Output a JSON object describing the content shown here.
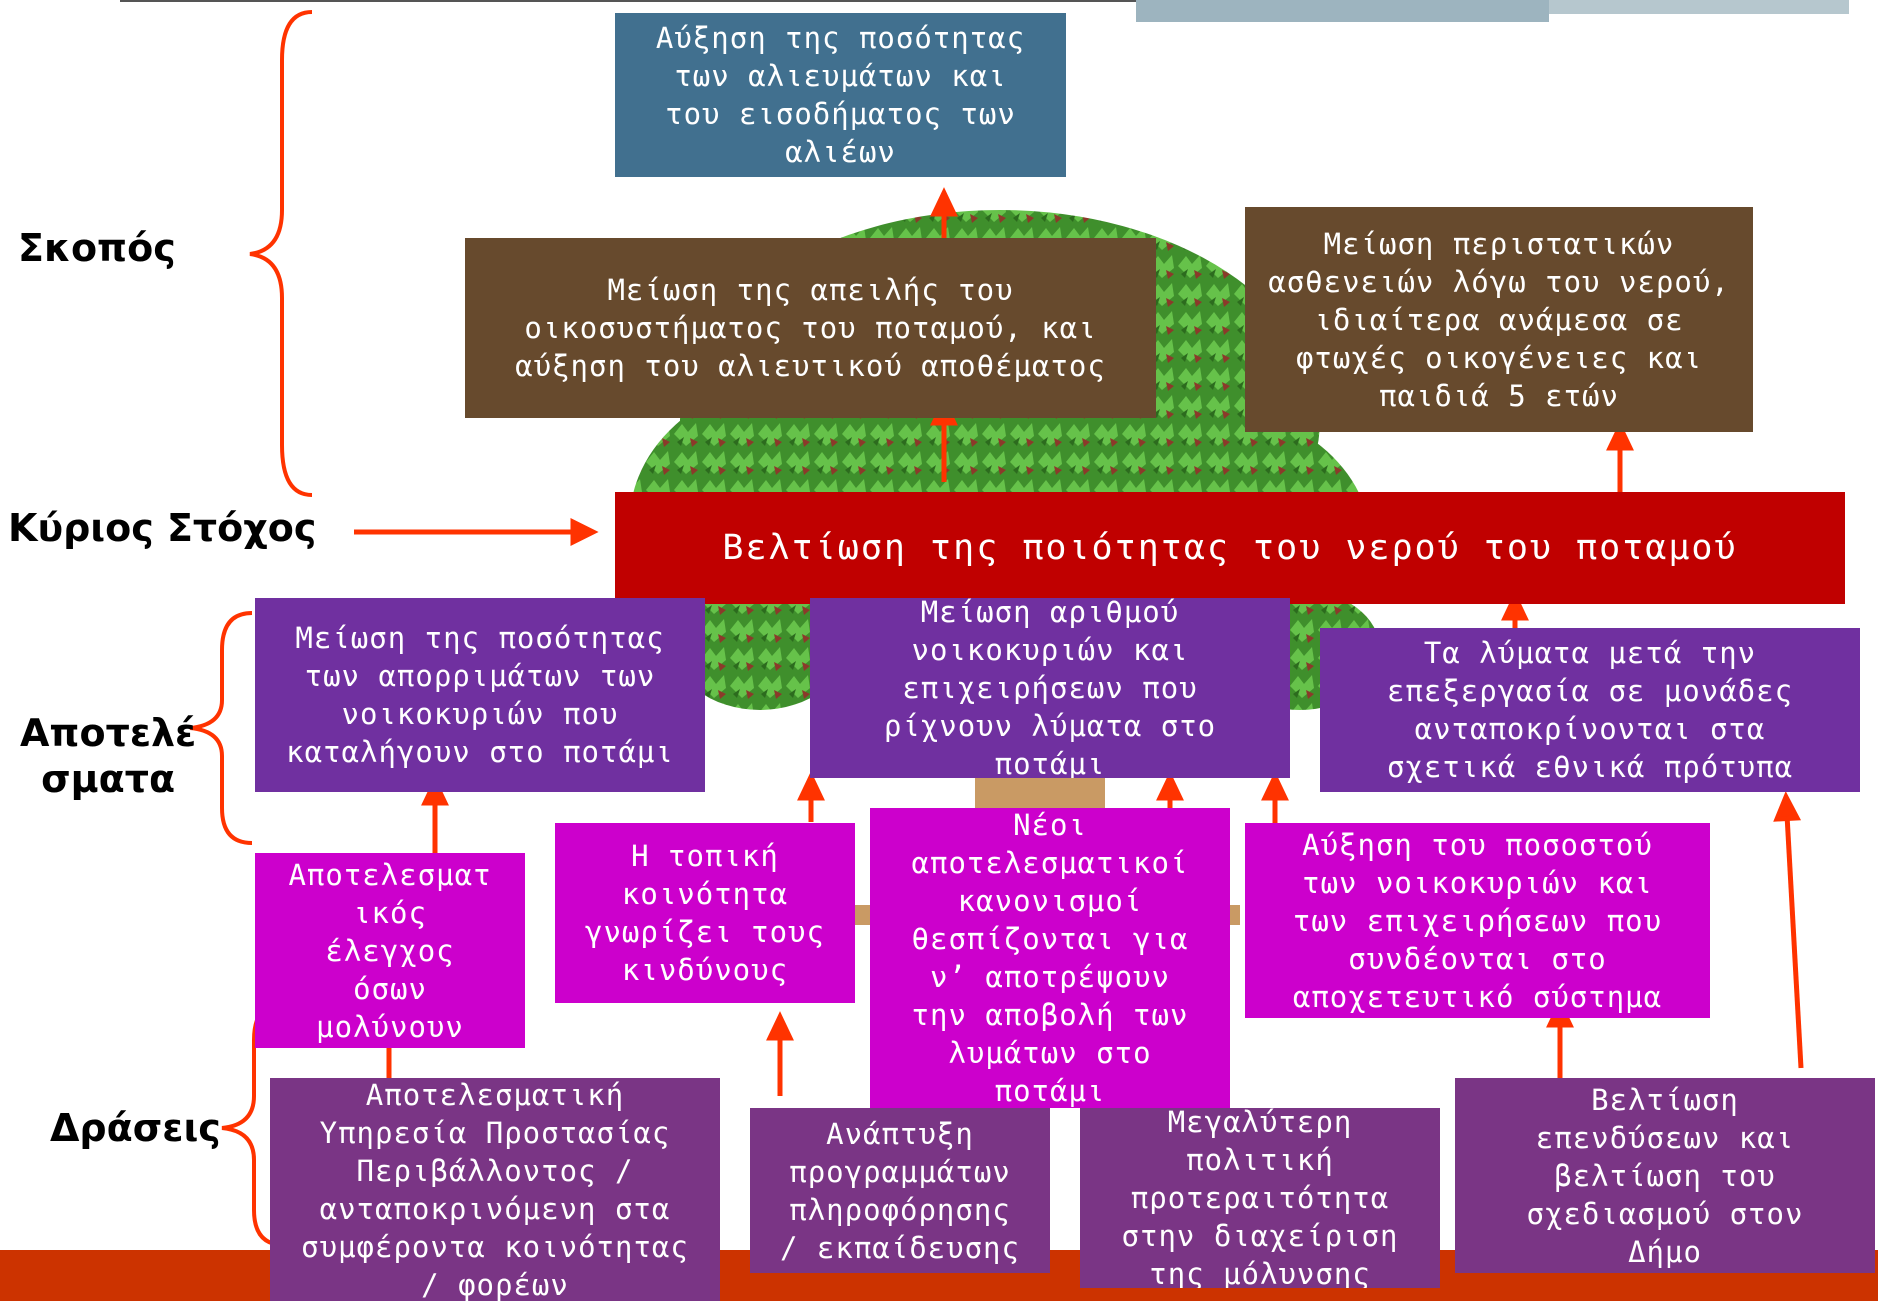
{
  "colors": {
    "goal": "#41708f",
    "purpose": "#674a2d",
    "main_objective": "#c00000",
    "results": "#7030a0",
    "outputs": "#cc00cc",
    "actions": "#7a3585",
    "arrow": "#ff3300",
    "footer": "#cc3300"
  },
  "labels": {
    "purpose": "Σκοπός",
    "main_objective": "Κύριος Στόχος",
    "results": "Αποτελέ\nσματα",
    "actions": "Δράσεις"
  },
  "boxes": {
    "goal_top": "Αύξηση της ποσότητας\nτων αλιευμάτων και\nτου εισοδήματος των\nαλιέων",
    "purpose_left": "Μείωση της απειλής του\nοικοσυστήματος του ποταμού, και\nαύξηση του αλιευτικού αποθέματος",
    "purpose_right": "Μείωση περιστατικών\nασθενειών λόγω του νερού,\nιδιαίτερα ανάμεσα σε\nφτωχές οικογένειες και\nπαιδιά 5 ετών",
    "main_objective": "Βελτίωση της ποιότητας του νερού του ποταμού",
    "result_1": "Μείωση της ποσότητας\nτων απορριμάτων των\nνοικοκυριών που\nκαταλήγουν στο ποτάμι",
    "result_2": "Μείωση αριθμού\nνοικοκυριών και\nεπιχειρήσεων που\nρίχνουν λύματα στο\nποτάμι",
    "result_3": "Τα λύματα μετά την\nεπεξεργασία σε μονάδες\nανταποκρίνονται στα\nσχετικά εθνικά πρότυπα",
    "output_1": "Αποτελεσματ\nικός\nέλεγχος\nόσων\nμολύνουν",
    "output_2": "Η τοπική\nκοινότητα\nγνωρίζει τους\nκινδύνους",
    "output_3": "Νέοι\nαποτελεσματικοί\nκανονισμοί\nθεσπίζονται για\nν’ αποτρέψουν\nτην αποβολή των\nλυμάτων στο\nποτάμι",
    "output_4": "Αύξηση του ποσοστού\nτων νοικοκυριών και\nτων επιχειρήσεων που\nσυνδέονται στο\nαποχετευτικό σύστημα",
    "action_1": "Αποτελεσματική\nΥπηρεσία Προστασίας\nΠεριβάλλοντος /\nανταποκρινόμενη στα\nσυμφέροντα κοινότητας\n/ φορέων",
    "action_2": "Ανάπτυξη\nπρογραμμάτων\nπληροφόρησης\n/ εκπαίδευσης",
    "action_3": "Μεγαλύτερη\nπολιτική\nπροτεραιτότητα\nστην διαχείριση\nτης μόλυνσης",
    "action_4": "Βελτίωση\nεπενδύσεων και\nβελτίωση του\nσχεδιασμού στον\nΔήμο"
  },
  "icons": {
    "tree": "tree-illustration",
    "braces": "curly-brace-icon",
    "arrows": "arrow-up-icon"
  }
}
